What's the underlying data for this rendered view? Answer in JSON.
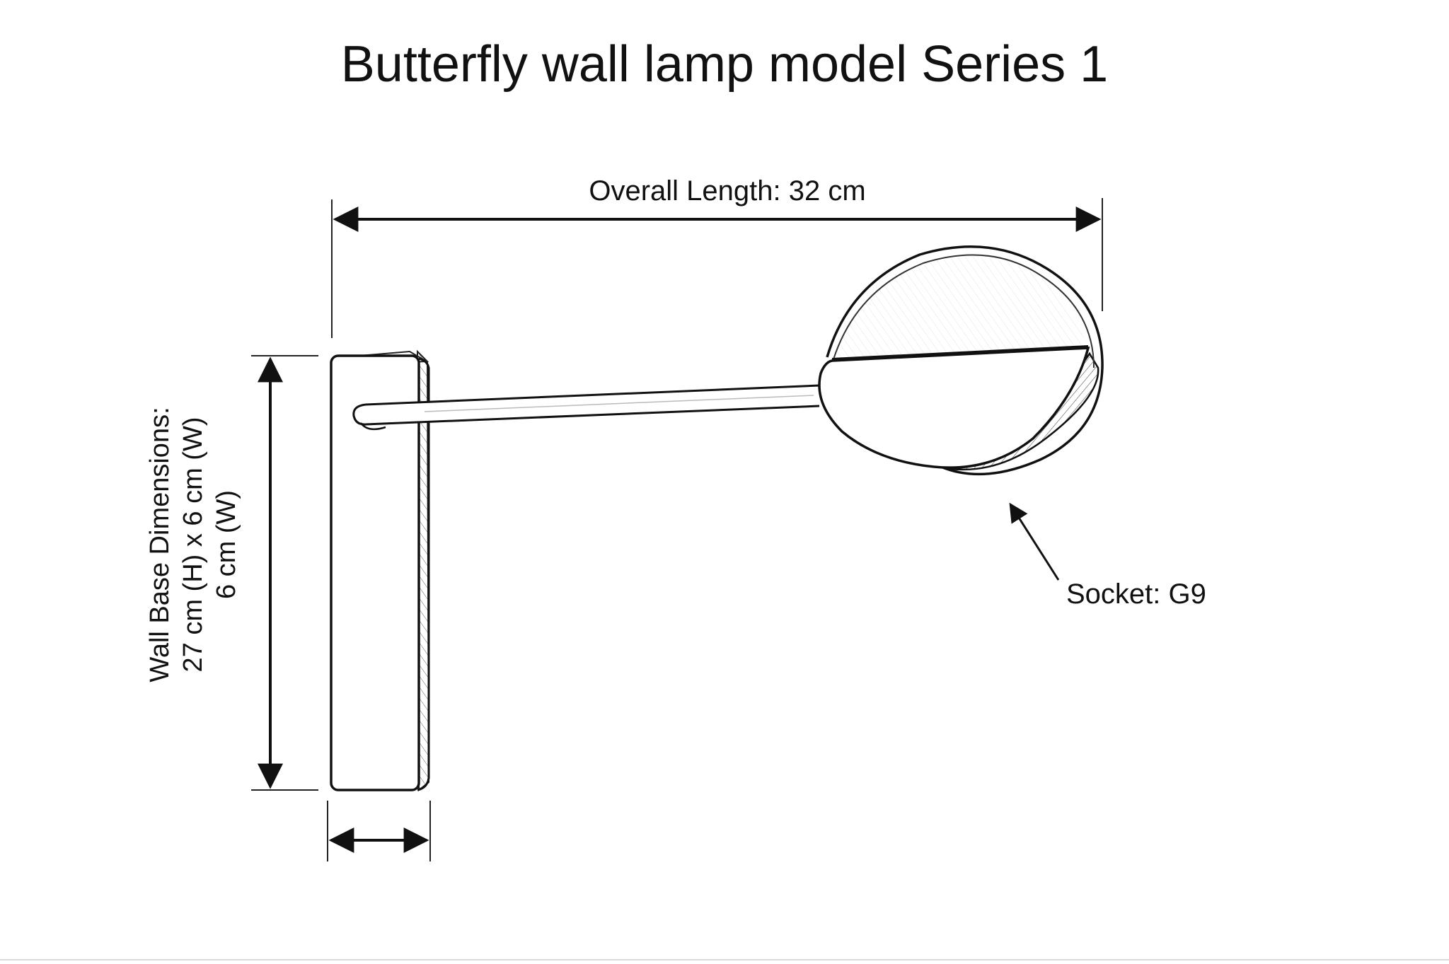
{
  "title": "Butterfly wall lamp model Series 1",
  "dimensions": {
    "overall_length": "Overall Length: 32 cm",
    "wall_base_line1": "Wall Base Dimensions:",
    "wall_base_line2": "27 cm (H) x 6 cm (W)",
    "wall_base_line3": "6 cm (W)",
    "socket": "Socket: G9"
  },
  "colors": {
    "ink": "#111111",
    "background": "#ffffff"
  }
}
